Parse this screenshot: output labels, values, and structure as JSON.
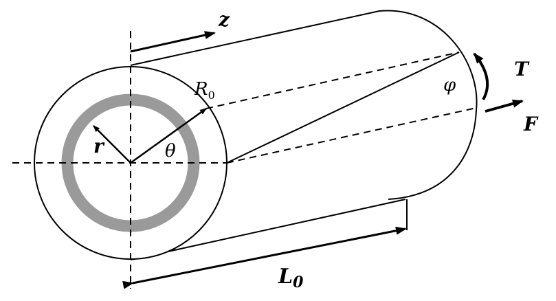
{
  "labels": {
    "z": "z",
    "R": "R",
    "R_sub": "0",
    "r": "r",
    "theta": "θ",
    "phi": "φ",
    "T": "T",
    "F": "F",
    "L": "L",
    "L_sub": "0"
  },
  "colors": {
    "stroke": "#000000",
    "ring": "#9a9a9a",
    "background": "#ffffff"
  }
}
